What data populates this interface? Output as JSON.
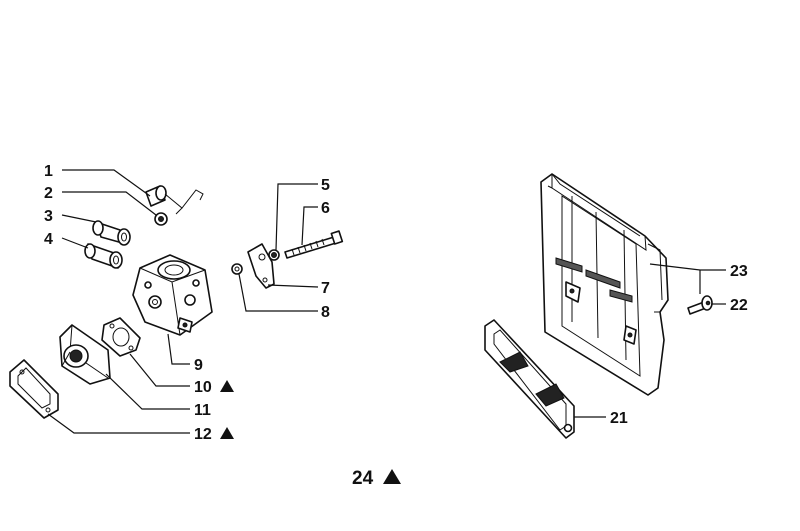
{
  "diagram": {
    "labels": [
      {
        "id": "1",
        "text": "1"
      },
      {
        "id": "2",
        "text": "2"
      },
      {
        "id": "3",
        "text": "3"
      },
      {
        "id": "4",
        "text": "4"
      },
      {
        "id": "5",
        "text": "5"
      },
      {
        "id": "6",
        "text": "6"
      },
      {
        "id": "7",
        "text": "7"
      },
      {
        "id": "8",
        "text": "8"
      },
      {
        "id": "9",
        "text": "9"
      },
      {
        "id": "10",
        "text": "10",
        "marker": "triangle"
      },
      {
        "id": "11",
        "text": "11"
      },
      {
        "id": "12",
        "text": "12",
        "marker": "triangle"
      },
      {
        "id": "21",
        "text": "21"
      },
      {
        "id": "22",
        "text": "22"
      },
      {
        "id": "23",
        "text": "23"
      },
      {
        "id": "24",
        "text": "24",
        "marker": "triangle"
      }
    ],
    "colors": {
      "line": "#111111",
      "background": "#ffffff"
    }
  }
}
